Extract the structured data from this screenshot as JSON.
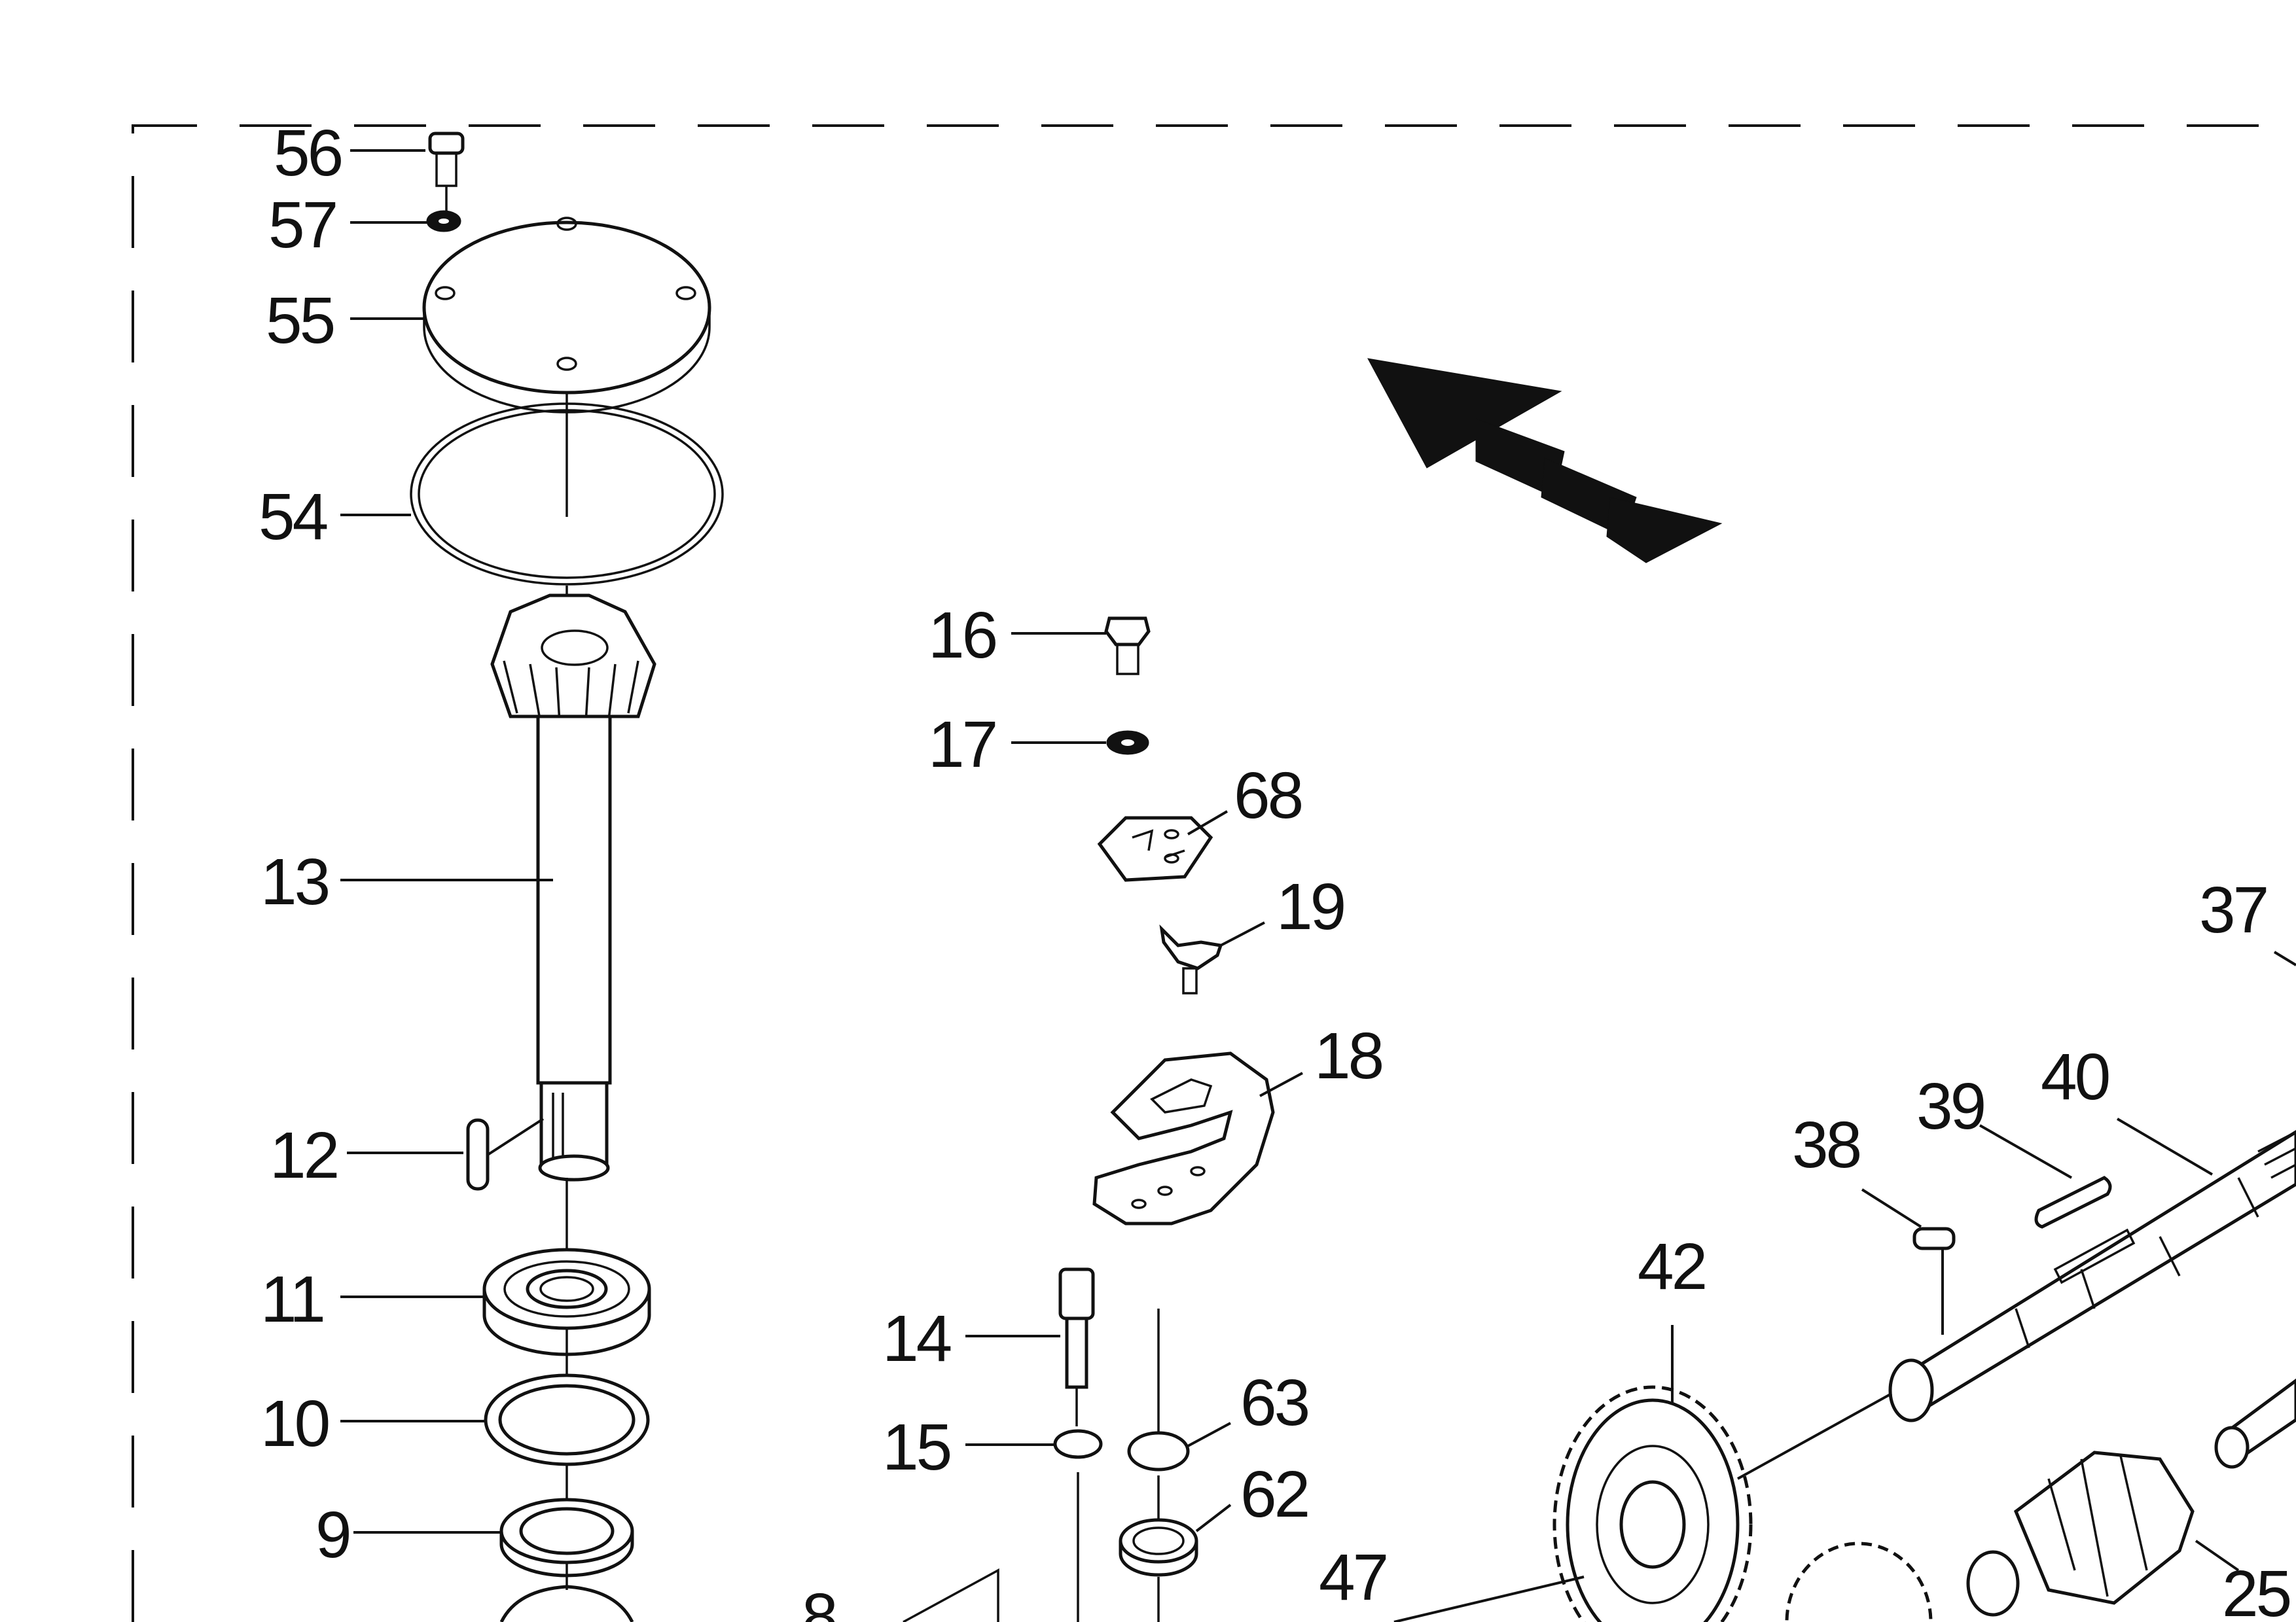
{
  "diagram": {
    "part_numbers": {
      "p56": "56",
      "p57": "57",
      "p55": "55",
      "p54": "54",
      "p13": "13",
      "p12": "12",
      "p11": "11",
      "p10": "10",
      "p9": "9",
      "p8": "8",
      "p16": "16",
      "p17": "17",
      "p68": "68",
      "p19": "19",
      "p18": "18",
      "p14": "14",
      "p15": "15",
      "p63": "63",
      "p62": "62",
      "p47": "47",
      "p42": "42",
      "p38": "38",
      "p39": "39",
      "p40": "40",
      "p37": "37",
      "p25": "25"
    },
    "direction_arrow_icon": "direction-arrow-icon"
  }
}
